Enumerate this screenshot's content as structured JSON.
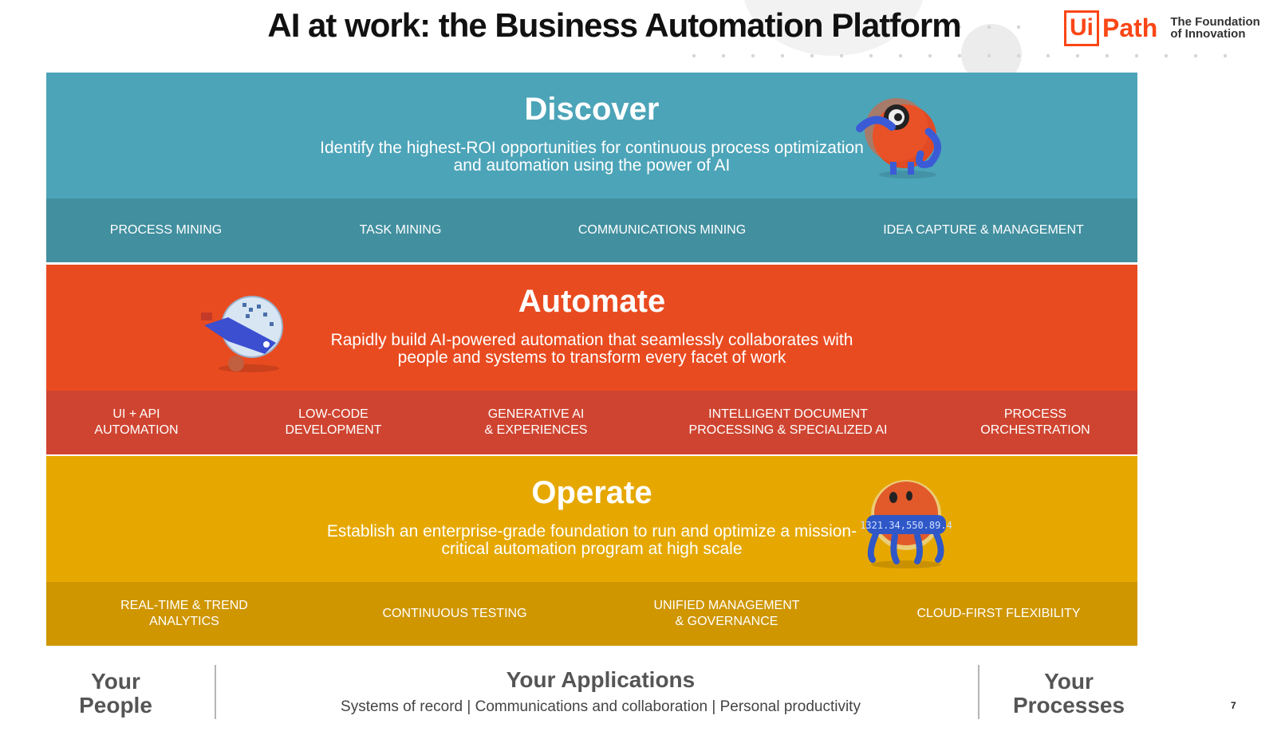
{
  "header": {
    "title": "AI at work: the Business Automation Platform",
    "logo_box": "Ui",
    "logo_text": "Path",
    "logo_tagline_line1": "The Foundation",
    "logo_tagline_line2": "of Innovation"
  },
  "colors": {
    "discover_top": "#4ca4b8",
    "discover_bottom": "#418f9f",
    "automate_top": "#e94b20",
    "automate_bottom": "#cf4430",
    "operate_top": "#e6a800",
    "operate_bottom": "#cf9600",
    "brand_orange": "#fa4616"
  },
  "discover": {
    "title": "Discover",
    "description": "Identify the highest-ROI opportunities for continuous process optimization and automation using the power of AI",
    "capabilities": [
      "PROCESS MINING",
      "TASK MINING",
      "COMMUNICATIONS MINING",
      "IDEA CAPTURE & MANAGEMENT"
    ]
  },
  "automate": {
    "title": "Automate",
    "description": "Rapidly build AI-powered automation that seamlessly collaborates with people and systems to transform every facet of work",
    "capabilities": [
      [
        "UI + API",
        "AUTOMATION"
      ],
      [
        "LOW-CODE",
        "DEVELOPMENT"
      ],
      [
        "GENERATIVE AI",
        "& EXPERIENCES"
      ],
      [
        "INTELLIGENT DOCUMENT",
        "PROCESSING & SPECIALIZED AI"
      ],
      [
        "PROCESS",
        "ORCHESTRATION"
      ]
    ]
  },
  "operate": {
    "title": "Operate",
    "description": "Establish an enterprise-grade foundation to run and optimize a mission-critical automation program at high scale",
    "capabilities": [
      [
        "REAL-TIME & TREND",
        "ANALYTICS"
      ],
      [
        "CONTINUOUS TESTING"
      ],
      [
        "UNIFIED MANAGEMENT",
        "& GOVERNANCE"
      ],
      [
        "CLOUD-FIRST FLEXIBILITY"
      ]
    ],
    "robot_screen_text": "1321.34,550.89.4"
  },
  "footer": {
    "people": [
      "Your",
      "People"
    ],
    "applications_title": "Your Applications",
    "applications_sub": "Systems of record | Communications and collaboration | Personal productivity",
    "processes": [
      "Your",
      "Processes"
    ]
  },
  "page_number": "7",
  "icons": [
    "discover-robot-icon",
    "automate-robot-icon",
    "operate-robot-icon"
  ]
}
